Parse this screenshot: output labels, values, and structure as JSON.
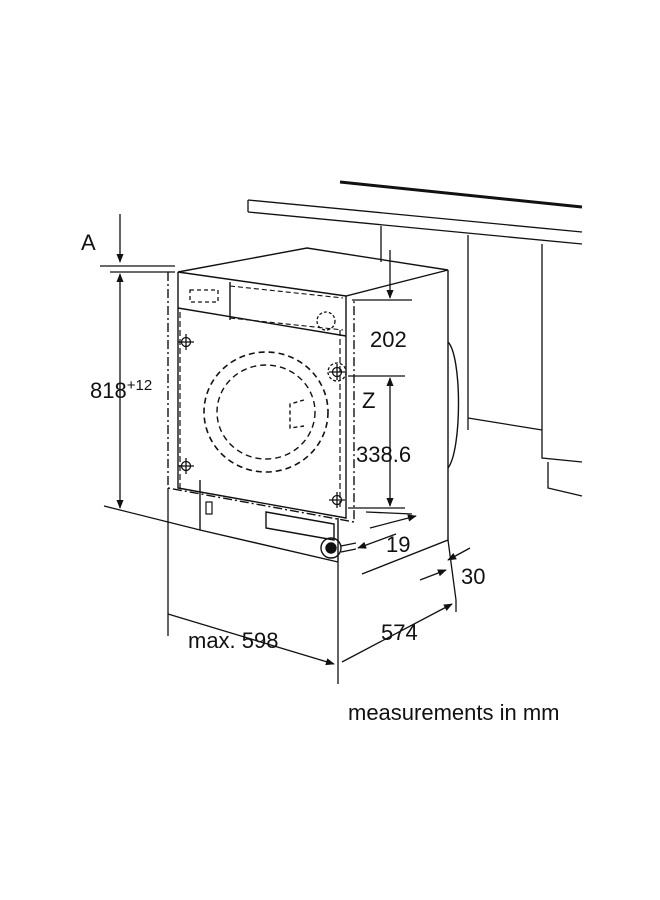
{
  "labels": {
    "a": "A",
    "height_main": "818",
    "height_tolerance": "+12",
    "d202": "202",
    "z": "Z",
    "d3386": "338.6",
    "d19": "19",
    "d30": "30",
    "width": "max. 598",
    "depth": "574"
  },
  "caption": "measurements in mm",
  "colors": {
    "line": "#111111",
    "background": "#ffffff"
  }
}
